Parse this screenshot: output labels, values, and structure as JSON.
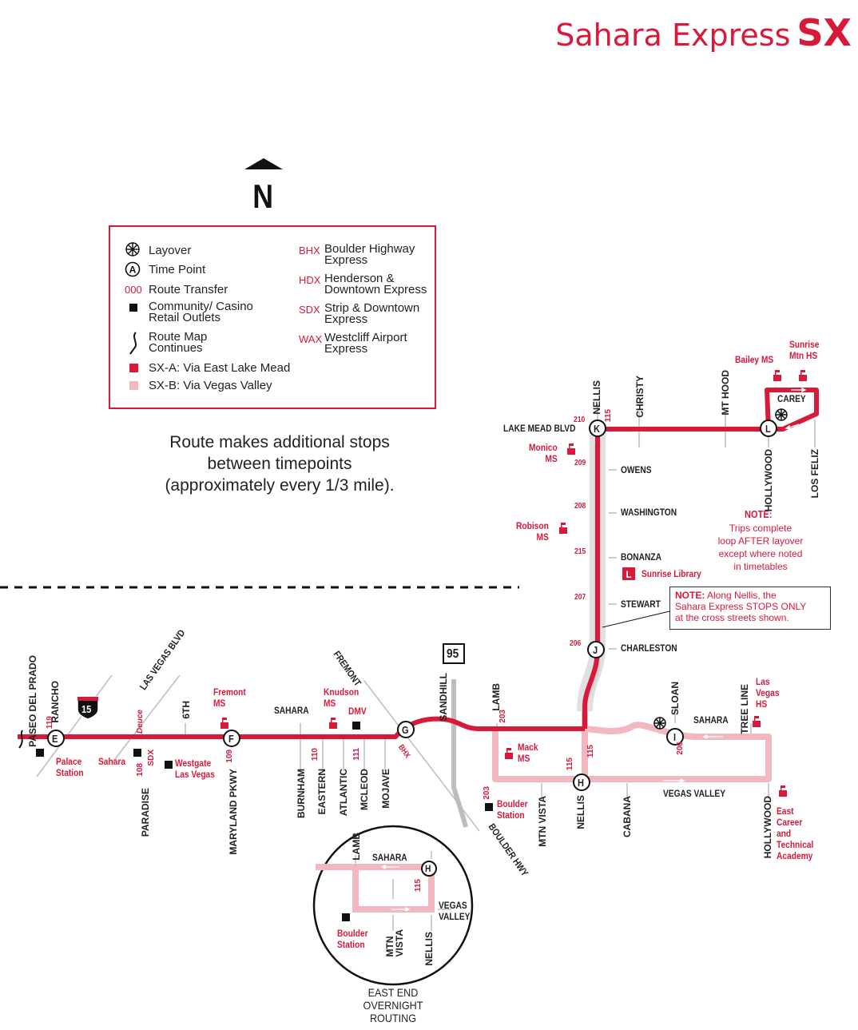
{
  "title": {
    "name": "Sahara Express",
    "code": "SX"
  },
  "north_label": "N",
  "legend": {
    "left": [
      {
        "icon": "layover-icon",
        "label": "Layover"
      },
      {
        "icon": "time-point-icon",
        "label": "Time Point"
      },
      {
        "icon": "route-transfer-code",
        "code": "000",
        "label": "Route Transfer"
      },
      {
        "icon": "black-square-icon",
        "label": "Community/ Casino\nRetail Outlets"
      },
      {
        "icon": "route-continues-icon",
        "label": "Route Map\nContinues"
      },
      {
        "icon": "red-square-icon",
        "label": "SX-A: Via East Lake Mead",
        "color": "#d71a3a"
      },
      {
        "icon": "pink-square-icon",
        "label": "SX-B: Via Vegas Valley",
        "color": "#f2b8c0"
      }
    ],
    "right": [
      {
        "code": "BHX",
        "label": "Boulder Highway\nExpress"
      },
      {
        "code": "HDX",
        "label": "Henderson &\nDowntown Express"
      },
      {
        "code": "SDX",
        "label": "Strip & Downtown\nExpress"
      },
      {
        "code": "WAX",
        "label": "Westcliff Airport\nExpress"
      }
    ]
  },
  "stops_note": "Route makes additional stops\nbetween timepoints\n(approximately every 1/3 mile).",
  "colors": {
    "sx_a": "#d71a3a",
    "sx_b": "#f2b8c0",
    "road": "#b0b0b0",
    "accent": "#d71a3a"
  },
  "timepoints": [
    "E",
    "F",
    "G",
    "H",
    "I",
    "J",
    "K",
    "L"
  ],
  "streets": {
    "paseo": "PASEO DEL PRADO",
    "rancho": "RANCHO",
    "lvblvd": "LAS VEGAS BLVD",
    "sixth": "6TH",
    "sahara_w": "SAHARA",
    "fremont": "FREMONT",
    "sandhill": "SANDHILL",
    "lamb": "LAMB",
    "paradise": "PARADISE",
    "maryland": "MARYLAND PKWY",
    "burnham": "BURNHAM",
    "eastern": "EASTERN",
    "atlantic": "ATLANTIC",
    "mcleod": "MCLEOD",
    "mojave": "MOJAVE",
    "mtnvista": "MTN VISTA",
    "nellis_s": "NELLIS",
    "cabana": "CABANA",
    "vegasvalley": "VEGAS VALLEY",
    "hollywood_s": "HOLLYWOOD",
    "sloan": "SLOAN",
    "sahara_e": "SAHARA",
    "treeline": "TREE LINE",
    "boulderhwy": "BOULDER HWY",
    "nellis_n": "NELLIS",
    "christy": "CHRISTY",
    "mthood": "MT HOOD",
    "carey": "CAREY",
    "lakemead": "LAKE MEAD BLVD",
    "owens": "OWENS",
    "washington": "WASHINGTON",
    "bonanza": "BONANZA",
    "stewart": "STEWART",
    "charleston": "CHARLESTON",
    "hollywood_n": "HOLLYWOOD",
    "losfeliz": "LOS FELIZ"
  },
  "highways": {
    "i15": "15",
    "us95": "95"
  },
  "routes": {
    "r119": "119",
    "r108": "108",
    "sdx": "SDX",
    "deuce": "Deuce",
    "r109": "109",
    "r110": "110",
    "r111": "111",
    "bhx": "BHX",
    "r203a": "203",
    "r203b": "203",
    "r115a": "115",
    "r115b": "115",
    "r206": "206",
    "r210": "210",
    "r115c": "115",
    "r209": "209",
    "r208": "208",
    "r215": "215",
    "r207": "207",
    "r206b": "206",
    "r115d": "115"
  },
  "places": {
    "palace": "Palace\nStation",
    "sahara_casino": "Sahara",
    "westgate": "Westgate\nLas Vegas",
    "fremont_ms": "Fremont\nMS",
    "knudson_ms": "Knudson\nMS",
    "dmv": "DMV",
    "mack_ms": "Mack\nMS",
    "boulder_station": "Boulder\nStation",
    "lv_hs": "Las\nVegas\nHS",
    "east_career": "East\nCareer\nand\nTechnical\nAcademy",
    "bailey_ms": "Bailey MS",
    "sunrise_hs": "Sunrise\nMtn HS",
    "monico_ms": "Monico\nMS",
    "robison_ms": "Robison\nMS",
    "sunrise_library": "Sunrise Library"
  },
  "layover_note": {
    "heading": "NOTE:",
    "text": "Trips complete\nloop AFTER layover\nexcept where noted\nin timetables"
  },
  "nellis_note": {
    "heading": "NOTE:",
    "text": " Along Nellis, the\nSahara Express STOPS ONLY\nat the cross streets shown."
  },
  "inset": {
    "lamb": "LAMB",
    "sahara": "SAHARA",
    "r115": "115",
    "vegasvalley": "VEGAS\nVALLEY",
    "boulder": "Boulder\nStation",
    "mtnvista": "MTN\nVISTA",
    "nellis": "NELLIS",
    "caption": "EAST END\nOVERNIGHT\nROUTING"
  }
}
